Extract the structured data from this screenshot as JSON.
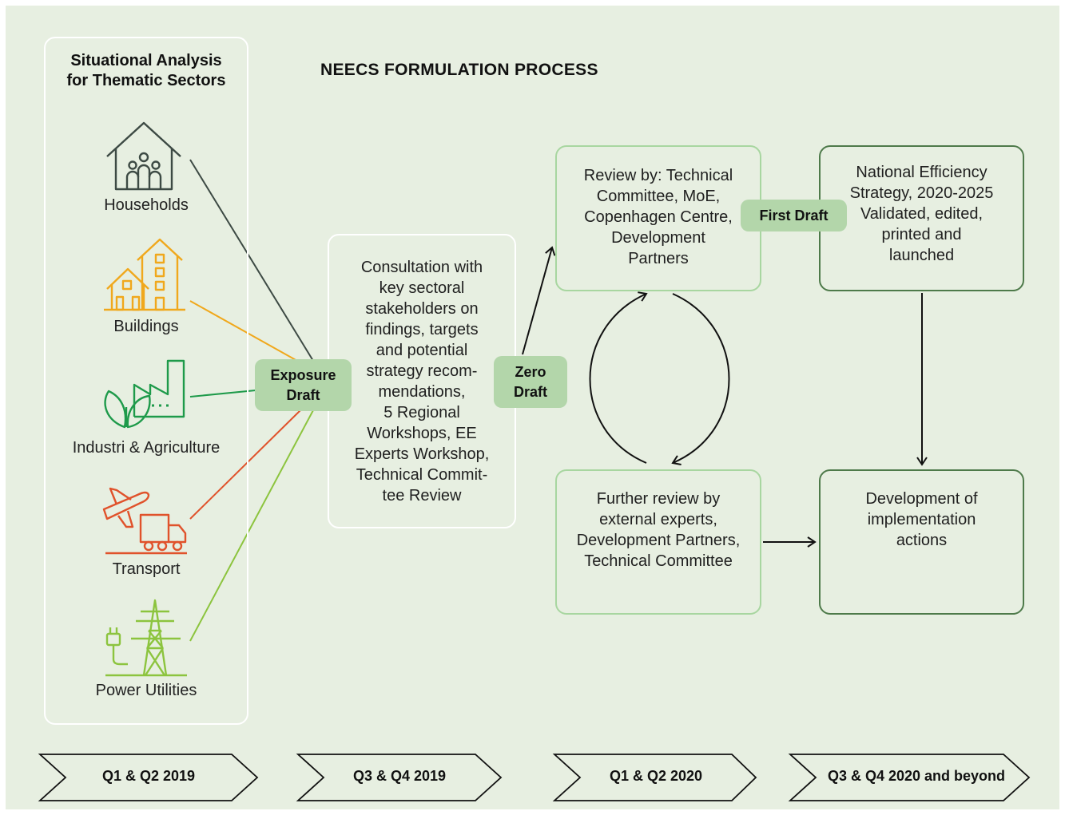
{
  "title": "NEECS FORMULATION PROCESS",
  "left_panel": {
    "title_line1": "Situational Analysis",
    "title_line2": "for Thematic Sectors",
    "sectors": [
      {
        "label": "Households",
        "color": "#3d4a44",
        "icon": "house-icon"
      },
      {
        "label": "Buildings",
        "color": "#f0a81c",
        "icon": "buildings-icon"
      },
      {
        "label": "Industri & Agriculture",
        "color": "#1e9a4a",
        "icon": "factory-plant-icon"
      },
      {
        "label": "Transport",
        "color": "#e0522b",
        "icon": "plane-truck-icon"
      },
      {
        "label": "Power Utilities",
        "color": "#8cc43e",
        "icon": "power-tower-icon"
      }
    ]
  },
  "consultation": {
    "lines": [
      "Consultation with",
      "key sectoral",
      "stakeholders on",
      "findings, targets",
      "and potential",
      "strategy recom-",
      "mendations,",
      "5 Regional",
      "Workshops, EE",
      "Experts Workshop,",
      "Technical Commit-",
      "tee Review"
    ]
  },
  "review1": {
    "lines": [
      "Review by: Technical",
      "Committee, MoE,",
      "Copenhagen Centre,",
      "Development",
      "Partners"
    ]
  },
  "review2": {
    "lines": [
      "Further review by",
      "external experts,",
      "Development Partners,",
      "Technical Committee"
    ]
  },
  "national": {
    "lines": [
      "National Efficiency",
      "Strategy, 2020-2025",
      "Validated, edited,",
      "printed and",
      "launched"
    ]
  },
  "development": {
    "lines": [
      "Development of",
      "implementation",
      "actions"
    ]
  },
  "pills": {
    "exposure": [
      "Exposure",
      "Draft"
    ],
    "zero": [
      "Zero",
      "Draft"
    ],
    "first": "First Draft"
  },
  "timeline": [
    "Q1 & Q2 2019",
    "Q3 & Q4 2019",
    "Q1 & Q2 2020",
    "Q3 & Q4 2020 and beyond"
  ],
  "colors": {
    "background": "#e7efe1",
    "pill": "#b3d6aa",
    "light_border": "#a8d6a0",
    "dark_border": "#4e7a4a"
  }
}
